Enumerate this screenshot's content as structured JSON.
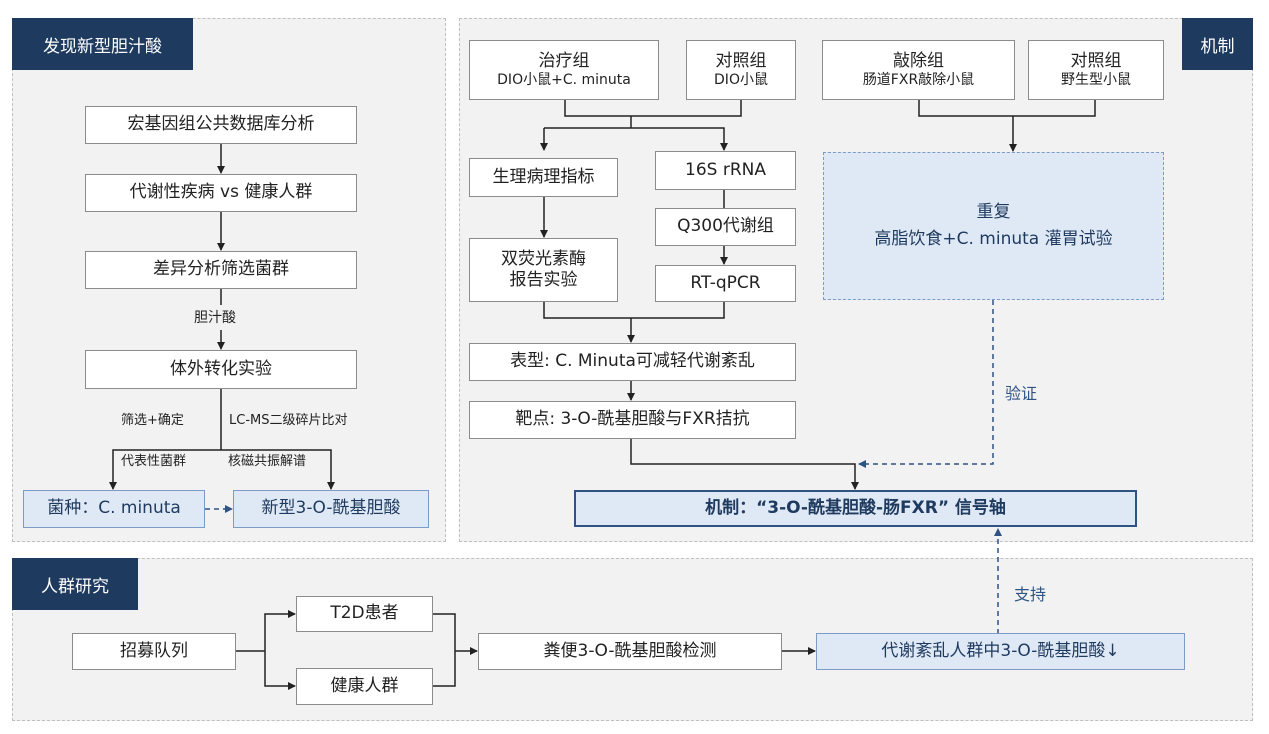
{
  "panels": {
    "discovery": {
      "tag": "发现新型胆汁酸"
    },
    "mechanism": {
      "tag": "机制"
    },
    "cohort": {
      "tag": "人群研究"
    }
  },
  "discovery": {
    "step1": "宏基因组公共数据库分析",
    "step2": "代谢性疾病 vs 健康人群",
    "step3": "差异分析筛选菌群",
    "label_bile": "胆汁酸",
    "step4": "体外转化实验",
    "label_screen": "筛选+确定",
    "label_lcms": "LC-MS二级碎片比对",
    "label_rep": "代表性菌群",
    "label_nmr": "核磁共振解谱",
    "strain": "菌种：C. minuta",
    "new_ba": "新型3-O-酰基胆酸"
  },
  "mechanism": {
    "treat_title": "治疗组",
    "treat_sub": "DIO小鼠+C. minuta",
    "ctrl1_title": "对照组",
    "ctrl1_sub": "DIO小鼠",
    "ko_title": "敲除组",
    "ko_sub": "肠道FXR敲除小鼠",
    "ctrl2_title": "对照组",
    "ctrl2_sub": "野生型小鼠",
    "physio": "生理病理指标",
    "rrna": "16S rRNA",
    "q300": "Q300代谢组",
    "luc_line1": "双荧光素酶",
    "luc_line2": "报告实验",
    "rtqpcr": "RT-qPCR",
    "repeat_title": "重复",
    "repeat_sub": "高脂饮食+C. minuta 灌胃试验",
    "phenotype": "表型: C. Minuta可减轻代谢紊乱",
    "target": "靶点: 3-O-酰基胆酸与FXR拮抗",
    "verify": "验证",
    "axis": "机制：“3-O-酰基胆酸-肠FXR” 信号轴"
  },
  "cohort": {
    "recruit": "招募队列",
    "t2d": "T2D患者",
    "healthy": "健康人群",
    "fecal": "粪便3-O-酰基胆酸检测",
    "result": "代谢紊乱人群中3-O-酰基胆酸↓",
    "support": "支持"
  },
  "colors": {
    "tag_bg": "#1f3a5f",
    "panel_bg": "#f2f2f2",
    "highlight_bg": "#dfe9f5",
    "accent": "#2f5383",
    "arrow": "#222222"
  }
}
